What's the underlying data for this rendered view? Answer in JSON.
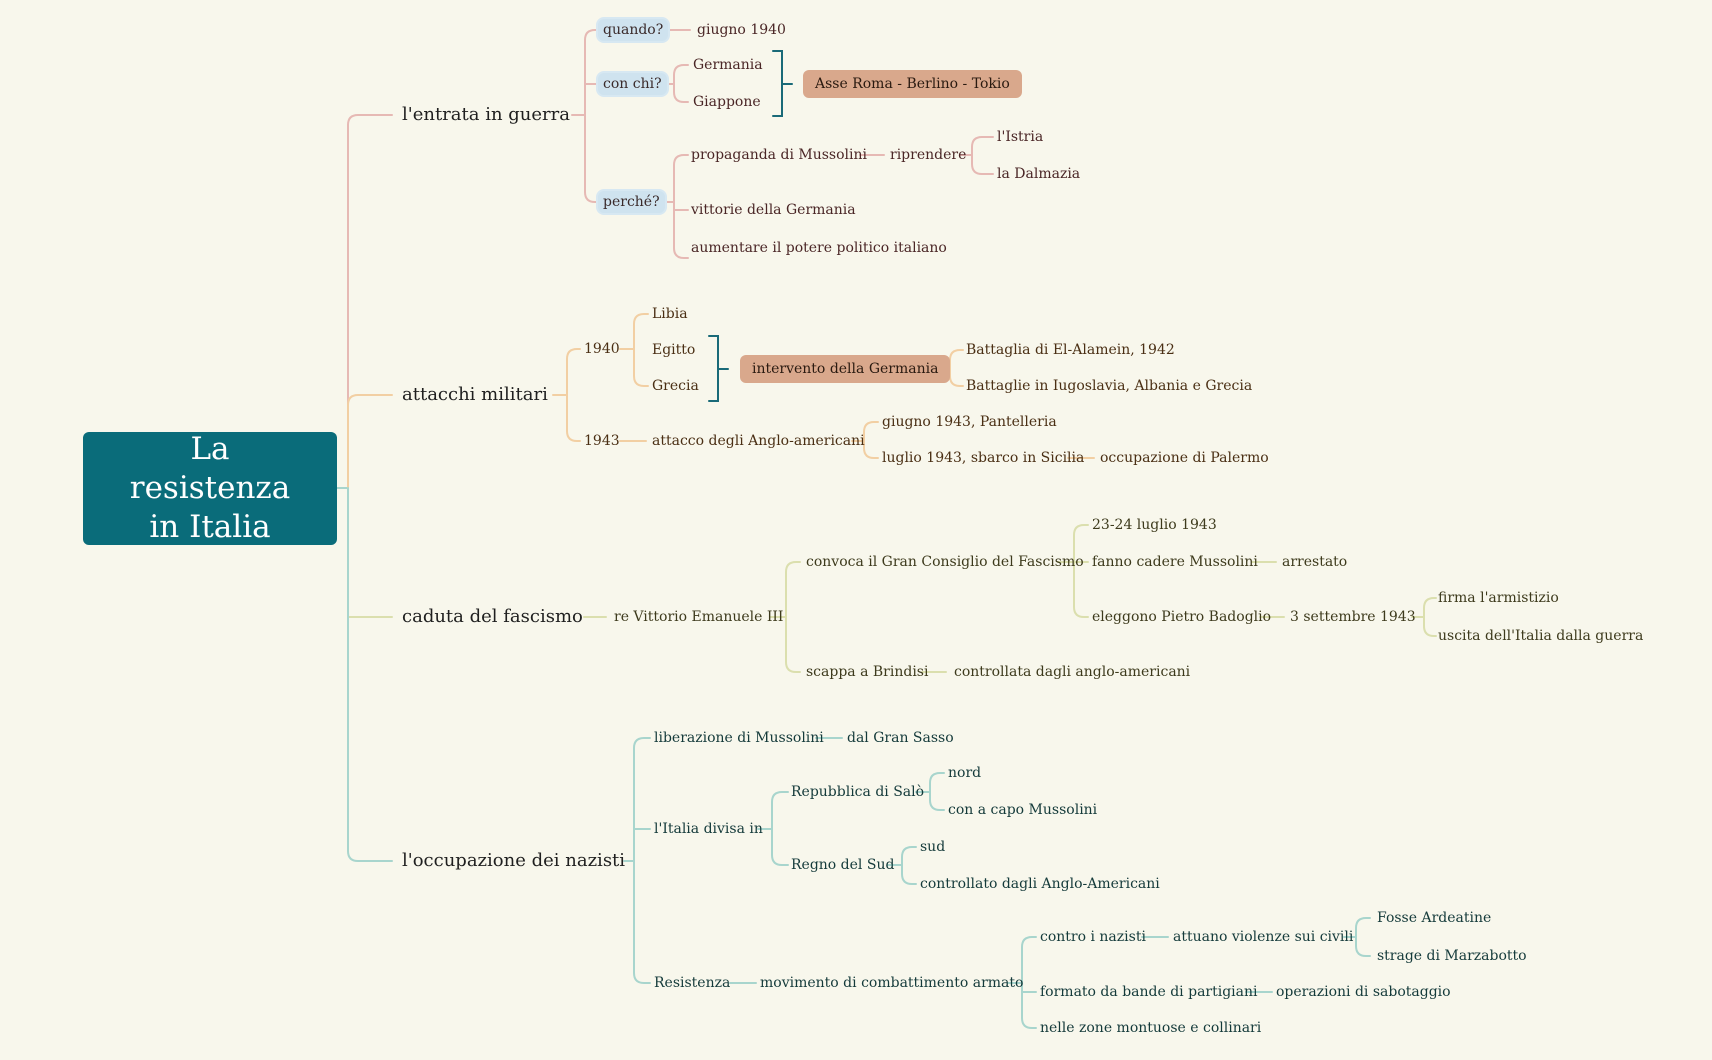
{
  "root": {
    "line1": "La resistenza",
    "line2": "in Italia"
  },
  "colors": {
    "background": "#f8f7ec",
    "root": "#0a6c7a",
    "branch1": "#e6b9b4",
    "branch2": "#f2cfa3",
    "branch3": "#dbdfae",
    "branch4": "#a8d5cd",
    "summary": "#1a6a78",
    "summary_box": "#d9a88c",
    "tag": "#cfe3ef"
  },
  "b1": {
    "label": "l'entrata in guerra",
    "quando": "quando?",
    "giugno": "giugno 1940",
    "conchi": "con chi?",
    "germania": "Germania",
    "giappone": "Giappone",
    "asse": "Asse Roma - Berlino - Tokio",
    "perche": "perché?",
    "propaganda": "propaganda di Mussolini",
    "riprendere": "riprendere",
    "istria": "l'Istria",
    "dalmazia": "la Dalmazia",
    "vittorie": "vittorie della Germania",
    "aumentare": "aumentare il potere politico italiano"
  },
  "b2": {
    "label": "attacchi militari",
    "y1940": "1940",
    "libia": "Libia",
    "egitto": "Egitto",
    "grecia": "Grecia",
    "intervento": "intervento della Germania",
    "alamein": "Battaglia di El-Alamein, 1942",
    "iugoslavia": "Battaglie in Iugoslavia, Albania e Grecia",
    "y1943": "1943",
    "attacco": "attacco degli Anglo-americani",
    "pantelleria": "giugno 1943, Pantelleria",
    "sicilia": "luglio 1943, sbarco in Sicilia",
    "palermo": "occupazione di Palermo"
  },
  "b3": {
    "label": "caduta del fascismo",
    "re": "re Vittorio Emanuele III",
    "convoca": "convoca il Gran Consiglio del Fascismo",
    "luglio": "23-24 luglio 1943",
    "fanno": "fanno cadere Mussolini",
    "arrestato": "arrestato",
    "eleggono": "eleggono Pietro Badoglio",
    "settembre": "3 settembre 1943",
    "firma": "firma l'armistizio",
    "uscita": "uscita dell'Italia dalla guerra",
    "scappa": "scappa a Brindisi",
    "controllata": "controllata dagli anglo-americani"
  },
  "b4": {
    "label": "l'occupazione dei nazisti",
    "liberazione": "liberazione di Mussolini",
    "gransasso": "dal Gran Sasso",
    "divisa": "l'Italia divisa in",
    "salo": "Repubblica di Salò",
    "nord": "nord",
    "capo": "con a capo Mussolini",
    "regno": "Regno del Sud",
    "sud": "sud",
    "controllato": "controllato dagli Anglo-Americani",
    "resistenza": "Resistenza",
    "movimento": "movimento di combattimento armato",
    "contro": "contro i nazisti",
    "attuano": "attuano violenze sui civili",
    "fosse": "Fosse Ardeatine",
    "strage": "strage di Marzabotto",
    "formato": "formato da bande di partigiani",
    "operazioni": "operazioni di sabotaggio",
    "zone": "nelle zone montuose e collinari"
  }
}
